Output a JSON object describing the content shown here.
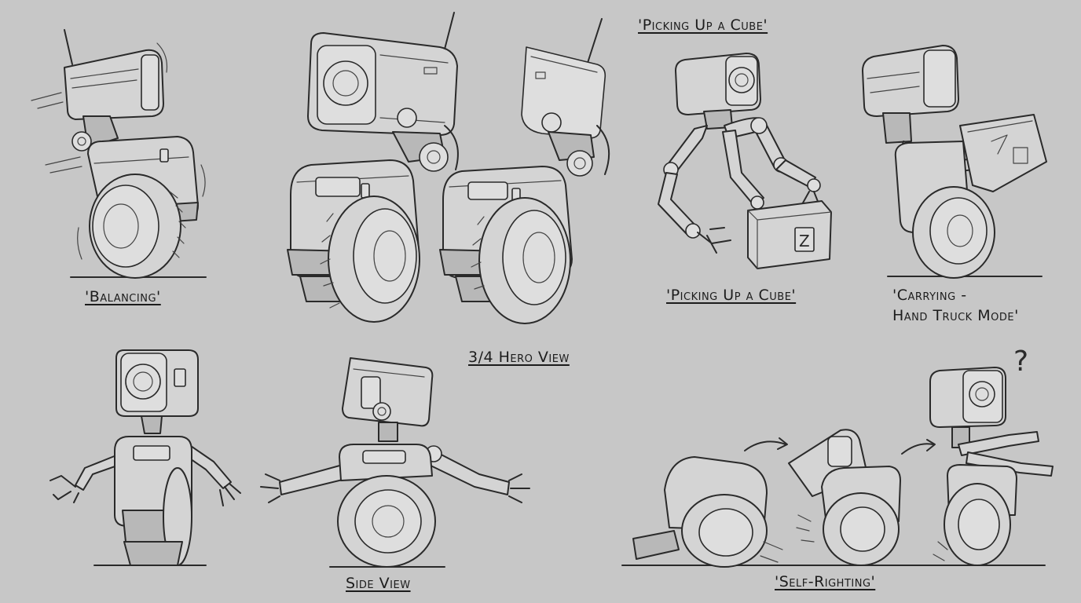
{
  "captions": {
    "balancing": "'Balancing'",
    "hero_view": "3/4 Hero View",
    "picking_top": "'Picking Up a Cube'",
    "picking_bottom": "'Picking Up a Cube'",
    "carrying_line1": "'Carrying -",
    "carrying_line2": "Hand Truck Mode'",
    "side_view": "Side View",
    "self_righting": "'Self-Righting'"
  },
  "question_mark": "?",
  "cube_mark": "Z",
  "colors": {
    "paper": "#c7c7c7",
    "ink": "#2a2a2a"
  }
}
